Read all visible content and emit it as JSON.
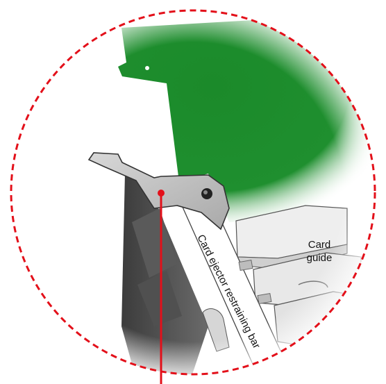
{
  "labels": {
    "card_guide_line1": "Card",
    "card_guide_line2": "guide",
    "restraining_bar": "Card ejector restraining bar"
  },
  "colors": {
    "callout_circle": "#e3101a",
    "pointer": "#e3101a",
    "pcb_green": "#1f8a2c",
    "metal": "#c9c9c9",
    "chassis_dark": "#4a4a4a"
  }
}
